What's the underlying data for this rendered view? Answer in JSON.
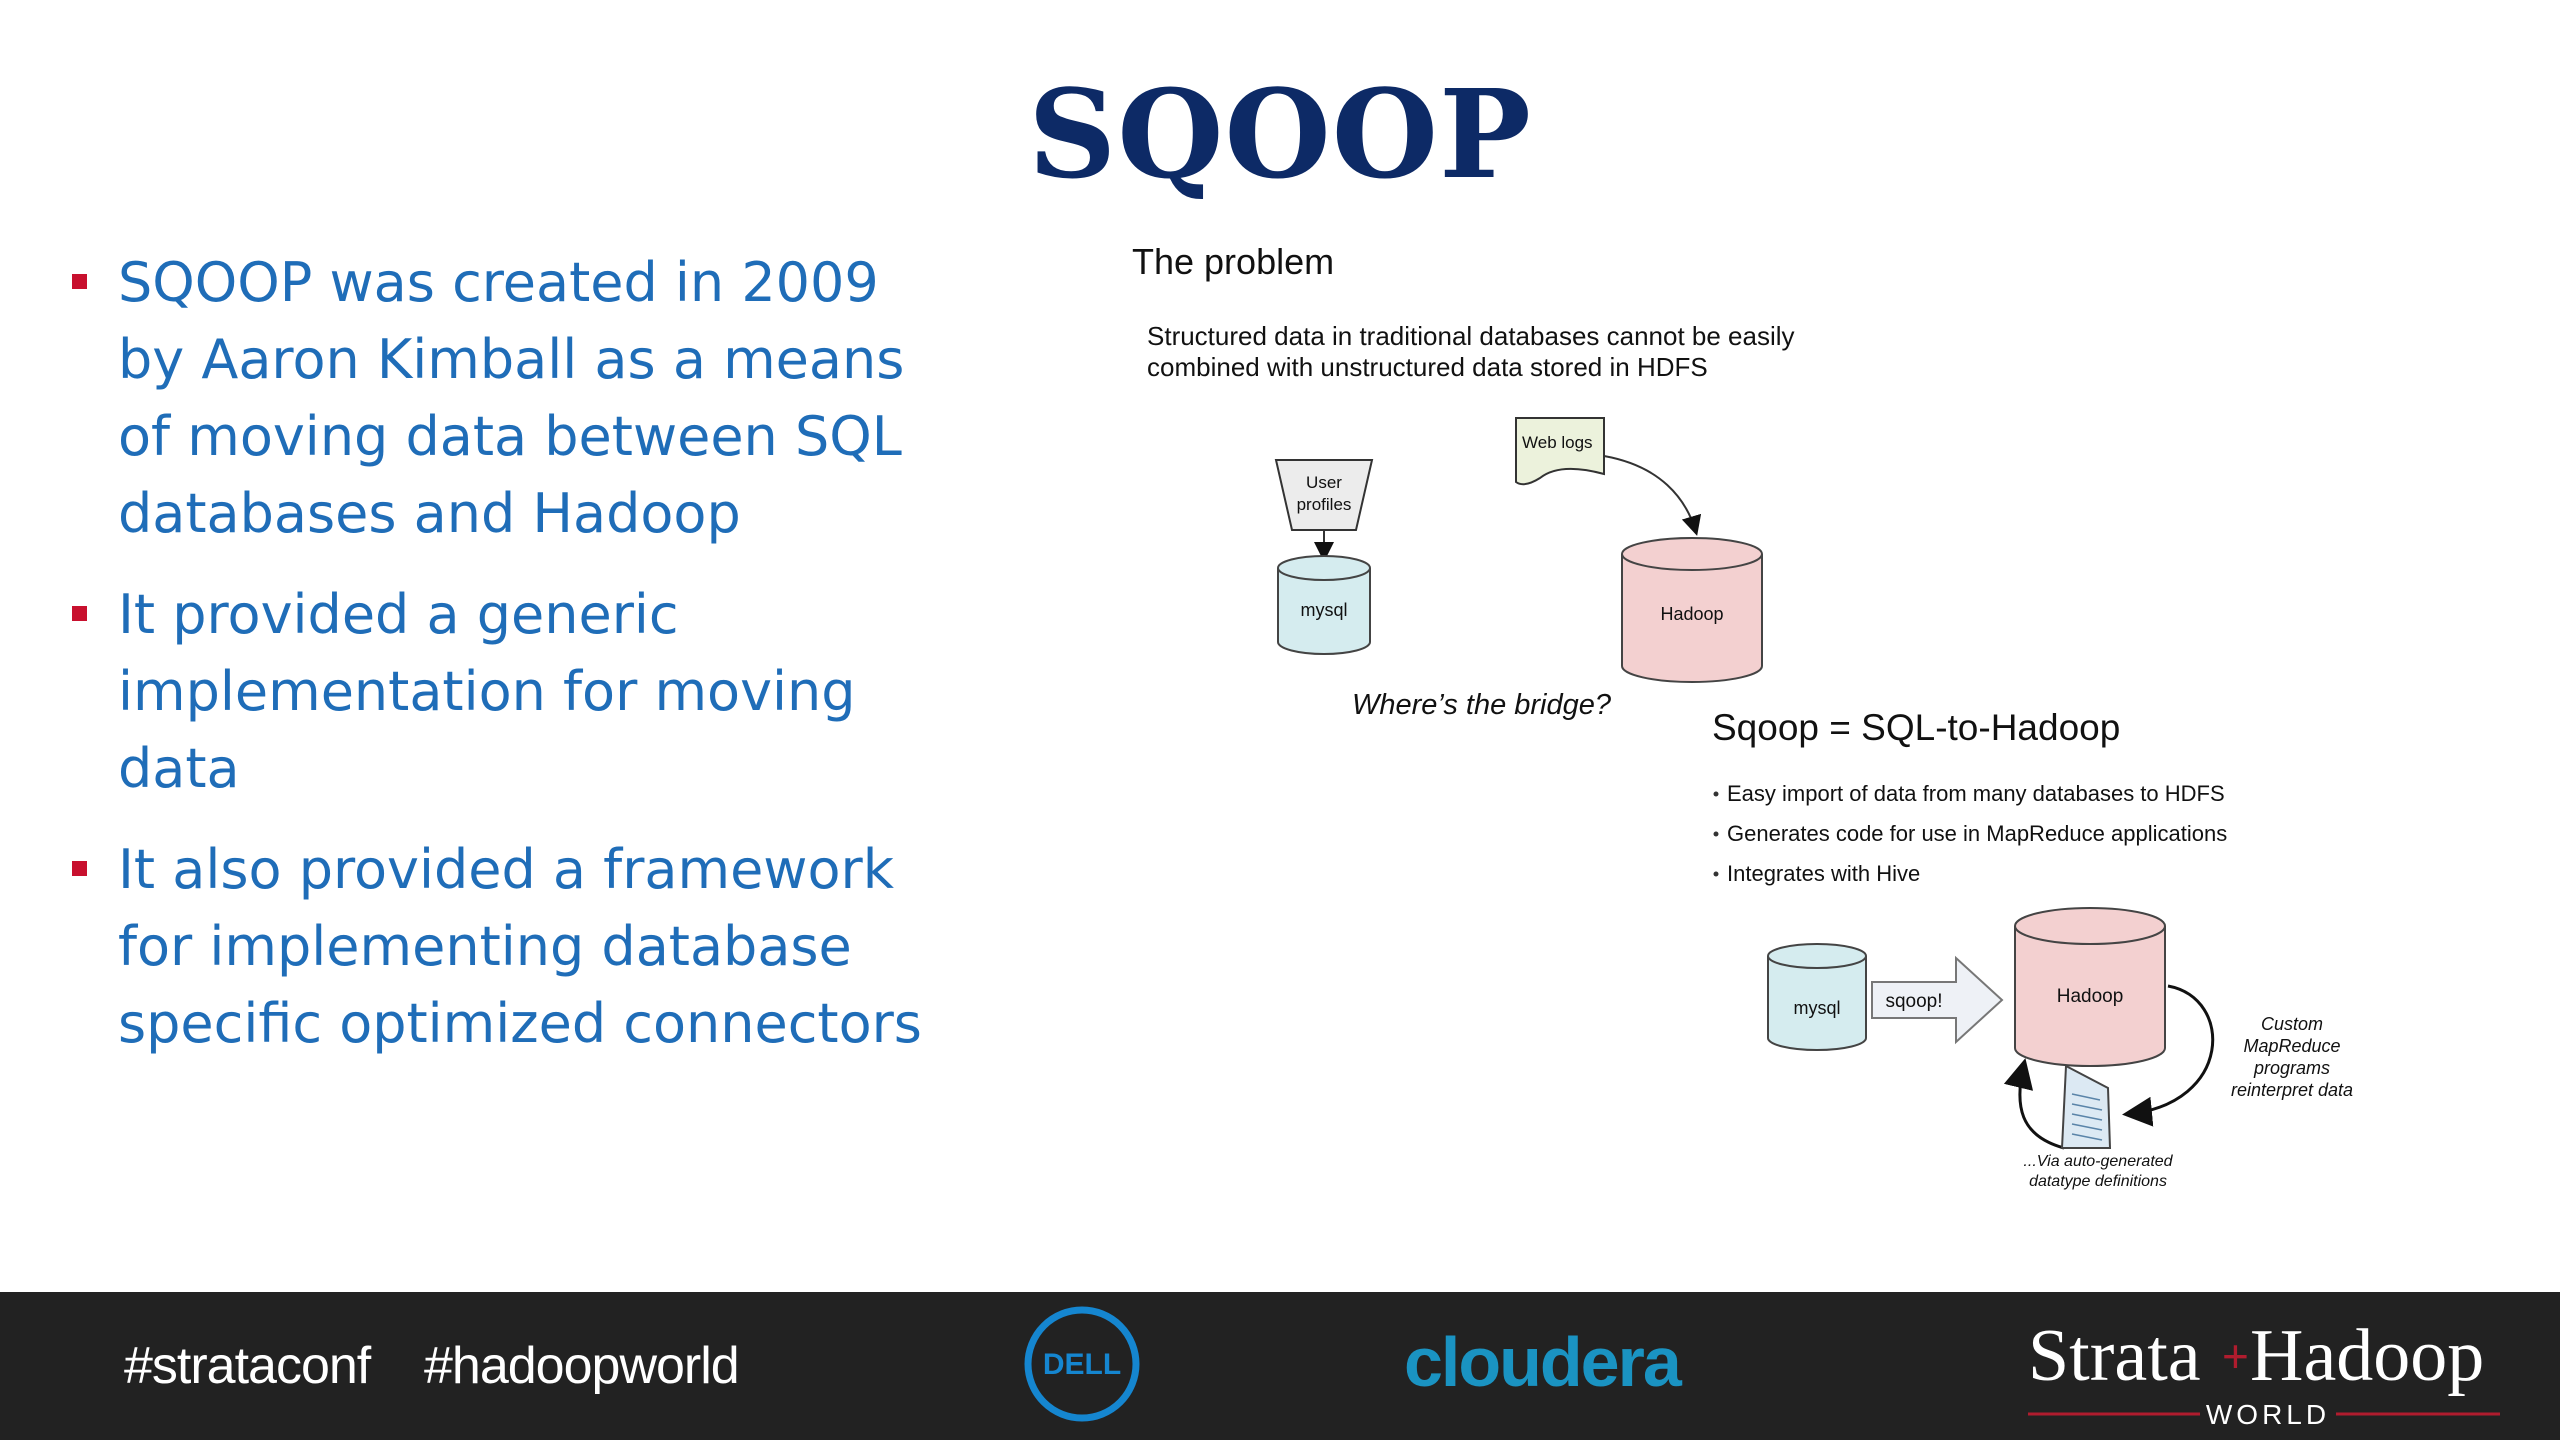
{
  "slide": {
    "title": "SQOOP",
    "bullets": [
      "SQOOP was created in 2009 by Aaron Kimball as a means of moving data between SQL databases and Hadoop",
      "It provided a generic implementation for moving data",
      "It also provided a framework for implementing database specific optimized connectors"
    ],
    "bullet_color": "#1f6db8",
    "bullet_marker_color": "#c8102e",
    "title_color": "#0d2a66"
  },
  "diagram": {
    "problem_heading": "The problem",
    "problem_text_1": "Structured data in traditional databases cannot be easily",
    "problem_text_2": "combined with unstructured data stored in HDFS",
    "user_profiles_1": "User",
    "user_profiles_2": "profiles",
    "web_logs": "Web logs",
    "mysql_top": "mysql",
    "hadoop_top": "Hadoop",
    "bridge_question": "Where’s the bridge?",
    "sqoop_heading": "Sqoop = SQL-to-Hadoop",
    "features": [
      "Easy import of data from many databases to HDFS",
      "Generates code for use in MapReduce applications",
      "Integrates with Hive"
    ],
    "mysql_bottom": "mysql",
    "sqoop_arrow": "sqoop!",
    "hadoop_bottom": "Hadoop",
    "custom_1": "Custom",
    "custom_2": "MapReduce",
    "custom_3": "programs",
    "custom_4": "reinterpret data",
    "autogen_1": "...Via auto-generated",
    "autogen_2": "datatype definitions"
  },
  "footer": {
    "hashtag_1": "#strataconf",
    "hashtag_2": "#hadoopworld",
    "dell": "DELL",
    "cloudera": "cloudera",
    "strata_1": "Strata",
    "strata_plus": "+",
    "strata_2": "Hadoop",
    "strata_world": "WORLD"
  }
}
